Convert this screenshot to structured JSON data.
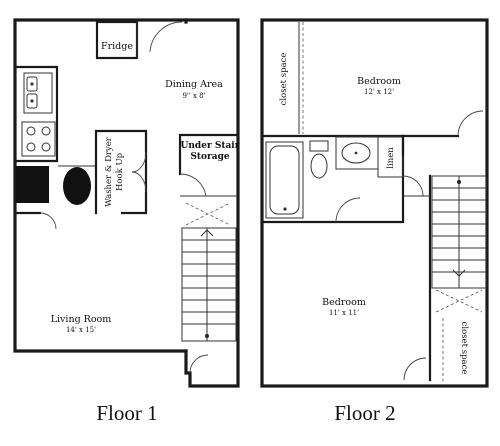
{
  "floor1": {
    "caption": "Floor 1",
    "rooms": {
      "fridge": "Fridge",
      "dining_name": "Dining Area",
      "dining_size": "9'' x 8'",
      "under_stair_1": "Under Stair",
      "under_stair_2": "Storage",
      "washer_1": "Washer & Dryer",
      "washer_2": "Hook Up",
      "living_name": "Living Room",
      "living_size": "14' x 15'"
    }
  },
  "floor2": {
    "caption": "Floor 2",
    "rooms": {
      "bedroom1_name": "Bedroom",
      "bedroom1_size": "12' x 12'",
      "closet_top": "closet space",
      "linen": "linen",
      "bedroom2_name": "Bedroom",
      "bedroom2_size": "11' x 11'",
      "closet_bottom": "closet space"
    }
  }
}
